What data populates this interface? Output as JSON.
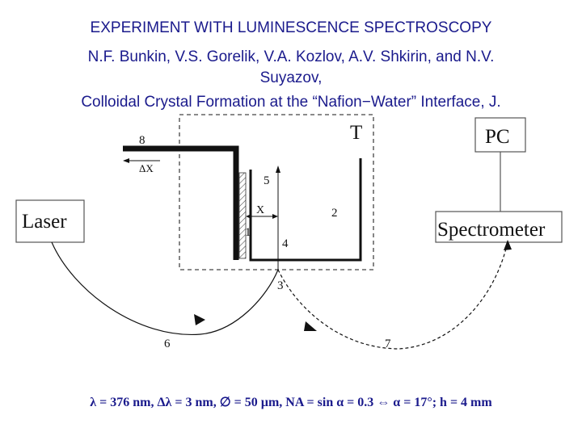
{
  "header": {
    "line1": "EXPERIMENT WITH LUMINESCENCE SPECTROSCOPY",
    "line2": "N.F. Bunkin, V.S. Gorelik, V.A. Kozlov, A.V. Shkirin, and N.V.",
    "line3": "Suyazov,",
    "line4": "Colloidal Crystal Formation at the “Nafion−Water” Interface, J."
  },
  "diagram": {
    "box_laser": "Laser",
    "box_pc": "PC",
    "box_spectrometer": "Spectrometer",
    "label_T": "T",
    "label_8": "8",
    "label_dx": "ΔX",
    "label_5": "5",
    "label_x": "X",
    "label_2": "2",
    "label_1": "1",
    "label_4": "4",
    "label_3": "3",
    "label_6": "6",
    "label_7": "7"
  },
  "footer": {
    "formula": "λ = 376 nm, Δλ = 3 nm, ∅ = 50 µm, NA = sin α = 0.3 ⇔ α = 17°; h = 4 mm"
  }
}
